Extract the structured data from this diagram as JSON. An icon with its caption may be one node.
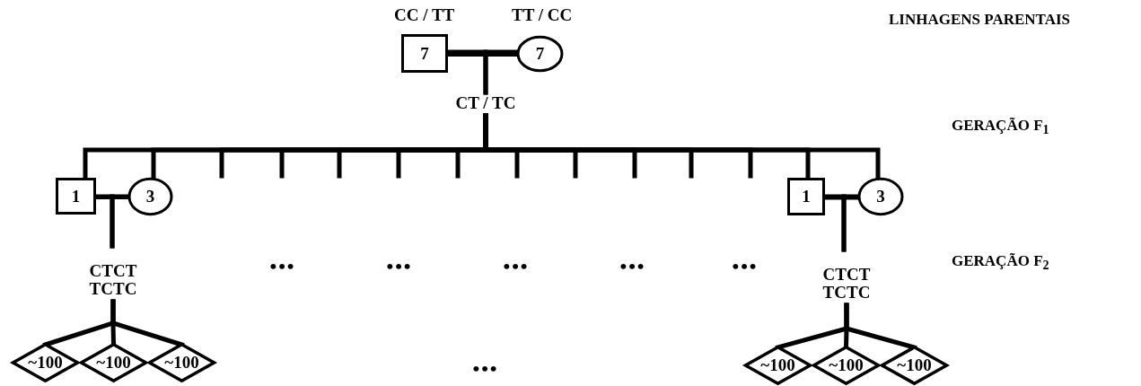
{
  "diagram": {
    "nodes": [
      {
        "text": [
          "7"
        ],
        "beside": [
          "CC / TT"
        ]
      },
      {
        "text": [
          "7"
        ],
        "beside": [
          "TT / CC"
        ]
      },
      {
        "text": [
          "CT / TC"
        ]
      },
      {
        "text": [
          "1"
        ]
      },
      {
        "text": [
          "3"
        ]
      },
      {
        "text": [
          "1"
        ]
      },
      {
        "text": [
          "3"
        ]
      },
      {
        "text": [
          "CTCT TCTC"
        ]
      },
      {
        "text": [
          "CTCT TCTC"
        ]
      },
      {
        "text": [
          "~100"
        ]
      },
      {
        "text": [
          "~100"
        ]
      },
      {
        "text": [
          "~100"
        ]
      },
      {
        "text": [
          "~100"
        ]
      },
      {
        "text": [
          "~100"
        ]
      },
      {
        "text": [
          "~100"
        ]
      }
    ],
    "edges": [
      {
        "from": 0,
        "to": 1,
        "arrow": "none"
      },
      {
        "from": 0,
        "to": 2,
        "arrow": "none"
      },
      {
        "from": 1,
        "to": 2,
        "arrow": "none"
      },
      {
        "from": 2,
        "to": 3,
        "arrow": "none"
      },
      {
        "from": 2,
        "to": 4,
        "arrow": "none"
      },
      {
        "from": 2,
        "to": 5,
        "arrow": "none"
      },
      {
        "from": 2,
        "to": 6,
        "arrow": "none"
      },
      {
        "from": 2,
        "to": null,
        "arrow": "none"
      },
      {
        "from": 2,
        "to": null,
        "arrow": "none"
      },
      {
        "from": 2,
        "to": null,
        "arrow": "none"
      },
      {
        "from": 2,
        "to": null,
        "arrow": "none"
      },
      {
        "from": 2,
        "to": null,
        "arrow": "none"
      },
      {
        "from": 2,
        "to": null,
        "arrow": "none"
      },
      {
        "from": 2,
        "to": null,
        "arrow": "none"
      },
      {
        "from": 2,
        "to": null,
        "arrow": "none"
      },
      {
        "from": 2,
        "to": null,
        "arrow": "none"
      },
      {
        "from": 2,
        "to": null,
        "arrow": "none"
      },
      {
        "from": 3,
        "to": 4,
        "arrow": "none"
      },
      {
        "from": 3,
        "to": 7,
        "arrow": "none"
      },
      {
        "from": 4,
        "to": 7,
        "arrow": "none"
      },
      {
        "from": 5,
        "to": 6,
        "arrow": "none"
      },
      {
        "from": 5,
        "to": 8,
        "arrow": "none"
      },
      {
        "from": 6,
        "to": 8,
        "arrow": "none"
      },
      {
        "from": 7,
        "to": 9,
        "arrow": "none"
      },
      {
        "from": 7,
        "to": 10,
        "arrow": "none"
      },
      {
        "from": 7,
        "to": 11,
        "arrow": "none"
      },
      {
        "from": 8,
        "to": 12,
        "arrow": "none"
      },
      {
        "from": 8,
        "to": 13,
        "arrow": "none"
      },
      {
        "from": 8,
        "to": 14,
        "arrow": "none"
      }
    ],
    "labels": [
      "LINHAGENS PARENTAIS",
      "GERAÇÃO F$_{1}$",
      "•••",
      "•••",
      "•••",
      "•••",
      "•••",
      "GERAÇÃO F$_{2}$",
      "•••"
    ]
  }
}
